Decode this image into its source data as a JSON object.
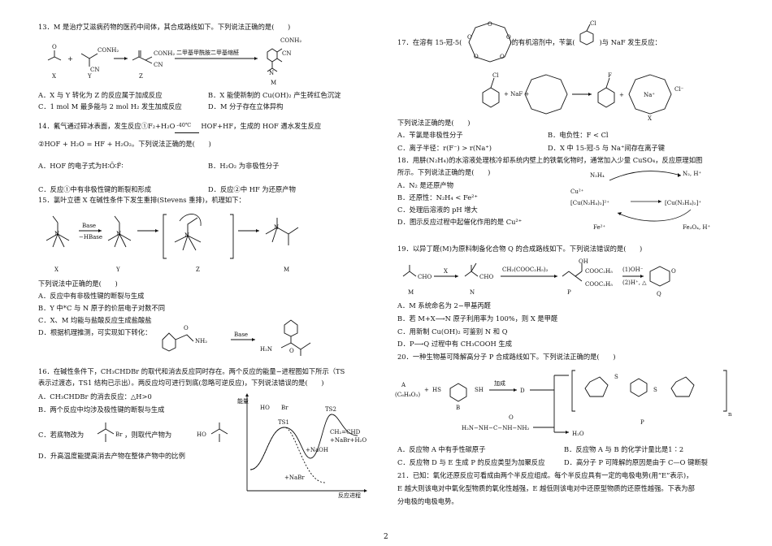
{
  "page_number": "2",
  "left_column": {
    "q13": {
      "stem": "13．M 是治疗艾滋病药物的医药中间体，其合成路线如下。下列说法正确的是(　　)",
      "scheme": {
        "label_x": "X",
        "label_y": "Y",
        "label_z": "Z",
        "label_m": "M",
        "plus": "+",
        "arrow1_text": "",
        "conh2": "CONH₂",
        "cn": "CN",
        "reagent": "二甲基甲酰胺二甲基缩醛"
      },
      "options": [
        "A．X 与 Y 转化为 Z 的反应属于加成反应",
        "B．X 能使新制的 Cu(OH)₂ 产生砖红色沉淀",
        "C．1 mol M 最多能与 2 mol H₂ 发生加成反应",
        "D．M 分子存在立体异构"
      ]
    },
    "q14": {
      "line1": "14．氟气通过碎冰表面，发生反应①F₂+H₂O",
      "cond": "-40℃",
      "line1b": "HOF+HF，生成的 HOF 遇水发生反应",
      "line2": "②HOF + H₂O = HF + H₂O₂。下列说法正确的是(　　)",
      "options": [
        "A．HOF 的电子式为H∶Ö∶F̈∶",
        "B．H₂O₂ 为非极性分子",
        "C．反应①中有非极性键的断裂和形成",
        "D．反应②中 HF 为还原产物"
      ]
    },
    "q15": {
      "stem": "15．氯叶立德 X 在碱性条件下发生重排(Stevens 重排)，机理如下：",
      "scheme": {
        "x": "X",
        "y": "Y",
        "z": "Z",
        "m": "M",
        "base": "Base",
        "minus_hbase": "−HBase"
      },
      "sub": "下列说法中正确的是(　　)",
      "options": [
        "A．反应中有非极性键的断裂与生成",
        "B．Y 中*C 与 N 原子的价层电子对数不同",
        "C．X、M 均能与盐酸反应生成盐酸盐",
        "D．根据机理推测，可实现如下转化："
      ],
      "d_reagent": "Base",
      "d_product_labels": {
        "nh2": "NH₂",
        "h2n": "H₂N",
        "o": "O"
      }
    },
    "q16": {
      "line1": "16．在碱性条件下，CH₃CHDBr 的取代和消去反应同时存在。两个反应的能量−进程图如下所示（TS",
      "line2": "表示过渡态，TS1 结构已示出）。两反应均可进行到底(忽略可逆反应)，下列说法错误的是(　　)",
      "options": [
        "A．CH₃CHDBr 的消去反应：△H>0",
        "B．两个反应中均涉及极性键的断裂与生成",
        "C．若底物改为",
        "D．升高温度能提高消去产物在整体产物中的比例"
      ],
      "c_tail": "，则取代产物为",
      "diagram": {
        "ylabel": "能量",
        "xlabel": "反应进程",
        "ts1": "TS1",
        "ts2": "TS2",
        "p1": "CH₂=CHD\n+NaBr+H₂O",
        "p2": "+NaOH",
        "p3": "+NaBr",
        "ho": "HO",
        "br": "Br"
      }
    }
  },
  "right_column": {
    "q17": {
      "stem_a": "17．在溶有 15-冠-5(",
      "stem_b": ")的有机溶剂中，苄氯(",
      "stem_c": ")与 NaF 发生反应：",
      "cl": "Cl",
      "f": "F",
      "naf": "+ NaF +",
      "plus": "+",
      "x": "X",
      "na": "Na⁺",
      "clm": "Cl⁻",
      "sub": "下列说法正确的是(　　)",
      "options": [
        "A．苄氯是非极性分子",
        "B．电负性：F < Cl",
        "C．离子半径：r(F⁻) > r(Na⁺)",
        "D．X 中 15-冠-5 与 Na⁺间存在离子键"
      ]
    },
    "q18": {
      "line1": "18．用肼(N₂H₄)的水溶液处理核冷却系统内壁上的铁氧化物时，通常加入少量 CuSO₄，反应原理如图",
      "line2": "所示。下列说法正确的是(　　)",
      "options": [
        "A．N₂ 是还原产物",
        "B．还原性：N₂H₄ < Fe²⁺",
        "C．处理后溶液的 pH 增大",
        "D．图示反应过程中起催化作用的是 Cu²⁺"
      ],
      "cycle": {
        "n2h4": "N₂H₄",
        "n2h": "N₂, H⁺",
        "cu": "Cu²⁺",
        "c1": "[Cu(N₂H₄)₂]²⁺",
        "c2": "[Cu(N₂H₄)₂]⁺",
        "fe2": "Fe²⁺",
        "fe3o4": "Fe₃O₄, H⁺"
      }
    },
    "q19": {
      "stem": "19．以异丁醛(M)为原料制备化合物 Q 的合成路线如下。下列说法错误的是(　　)",
      "scheme": {
        "m": "M",
        "n": "N",
        "p": "P",
        "q": "Q",
        "x": "X",
        "cho": "CHO",
        "oh": "OH",
        "reagent": "CH₂(COOC₂H₅)₂",
        "r1": "(1)OH⁻",
        "r2": "(2)H⁺, △",
        "cooet": "COOC₂H₅",
        "o": "O"
      },
      "options": [
        "A．M 系统命名为 2−甲基丙醛",
        "B．若 M+X⟶N 原子利用率为 100%，则 X 是甲醛",
        "C．用新制 Cu(OH)₂ 可鉴别 N 和 Q",
        "D．P⟶Q 过程中有 CH₃COOH 生成"
      ]
    },
    "q20": {
      "stem": "20．一种生物基可降解高分子 P 合成路线如下。下列说法正确的是(　　)",
      "scheme": {
        "a": "A",
        "a_formula": "(C₆H₈O₃)",
        "plus": "+",
        "hs": "HS",
        "sh": "SH",
        "b": "B",
        "addition": "加成",
        "d": "D",
        "p": "P",
        "h2o": "H₂O",
        "urea": "H₂N−NH−C−NH−NH₂",
        "o": "O",
        "n": "n"
      },
      "options": [
        "A．反应物 A 中有手性碳原子",
        "B．反应物 A 与 B 的化学计量比是1∶2",
        "C．反应物 D 与 E 生成 P 的反应类型为加聚反应",
        "D．高分子 P 可降解的原因是由于 C—O 键断裂"
      ]
    },
    "q21": {
      "line1": "21．已知：氧化还原反应可看成由两个半反应组成。每个半反应具有一定的电极电势(用“E”表示)，",
      "line2": "E 越大则该电对中氧化型物质的氧化性越强，E 越低则该电对中还原型物质的还原性越强。下表为部",
      "line3": "分电极的电极电势。"
    }
  }
}
